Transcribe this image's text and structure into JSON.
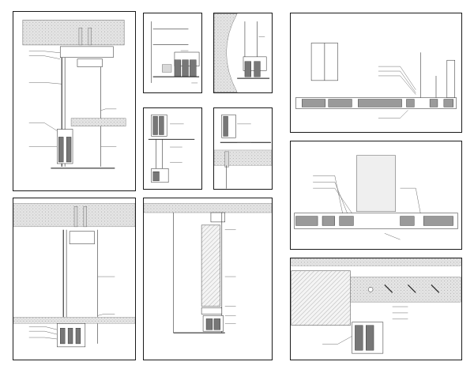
{
  "drawing_set": {
    "sheet_count": 10,
    "line_color": "#1a1a1a",
    "hatch_color": "#cfcfcf",
    "sheets": [
      {
        "id": "s1",
        "kind": "vertical-section-full-height"
      },
      {
        "id": "s2",
        "kind": "head-detail"
      },
      {
        "id": "s3",
        "kind": "head-detail-curved"
      },
      {
        "id": "s4",
        "kind": "sill-detail"
      },
      {
        "id": "s5",
        "kind": "floor-junction-detail"
      },
      {
        "id": "s6",
        "kind": "plan-with-door"
      },
      {
        "id": "s7",
        "kind": "vertical-section-full-height"
      },
      {
        "id": "s8",
        "kind": "vertical-section-panel"
      },
      {
        "id": "s9",
        "kind": "plan-with-column"
      },
      {
        "id": "s10",
        "kind": "plan-detail-enlarged"
      }
    ]
  }
}
